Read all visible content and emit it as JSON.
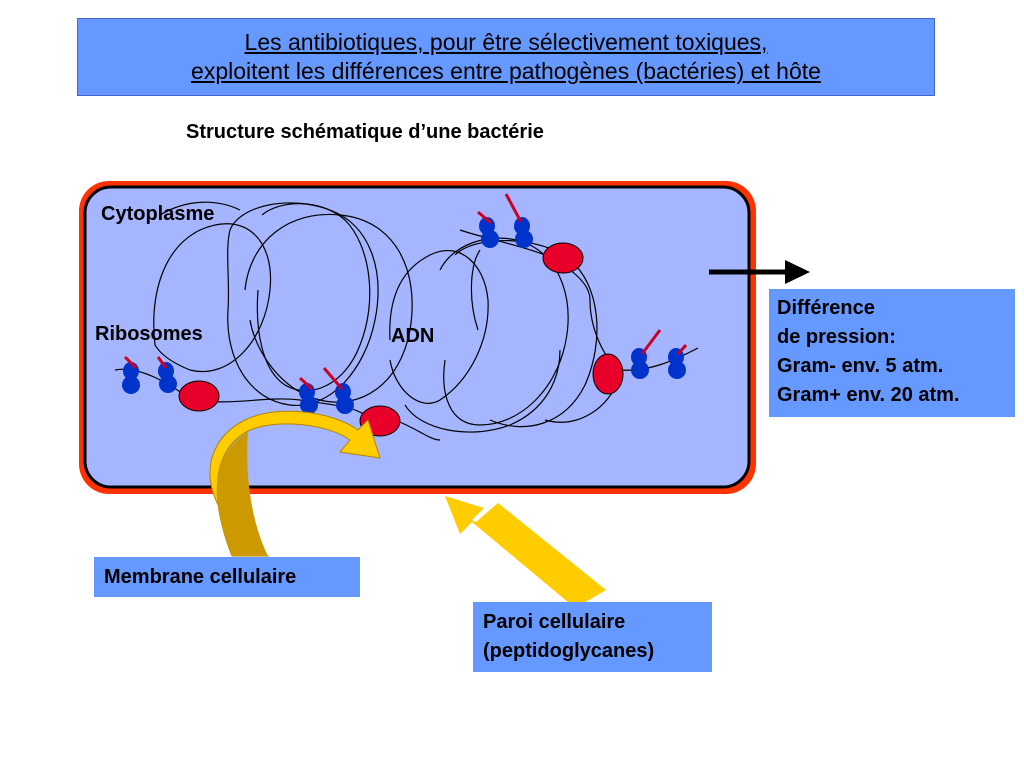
{
  "title": {
    "line1": "Les antibiotiques, pour être sélectivement toxiques,",
    "line2": "exploitent les différences entre pathogènes (bactéries) et hôte"
  },
  "subtitle": "Structure schématique d’une bactérie",
  "labels": {
    "cytoplasme": "Cytoplasme",
    "ribosomes": "Ribosomes",
    "adn": "ADN"
  },
  "pressure_box": {
    "line1": "Différence",
    "line2": "de pression:",
    "line3": "Gram- env. 5 atm.",
    "line4": "Gram+ env. 20 atm."
  },
  "membrane_box": "Membrane cellulaire",
  "paroi_box": {
    "line1": "Paroi cellulaire",
    "line2": "(peptidoglycanes)"
  },
  "colors": {
    "title_bg": "#6699ff",
    "cell_fill": "#a5b5ff",
    "cell_wall": "#ff3300",
    "ribosome": "#0033cc",
    "protein": "#e8002a",
    "arrow_yellow": "#ffcc00",
    "arrow_dark_yellow": "#cc9900"
  },
  "icons": [
    "ribosome-icon",
    "protein-icon",
    "arrow-icon"
  ]
}
